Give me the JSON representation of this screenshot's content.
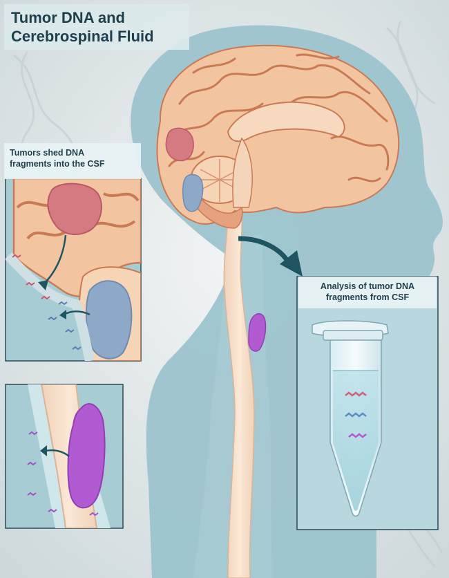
{
  "title": {
    "line1": "Tumor DNA and",
    "line2": "Cerebrospinal Fluid"
  },
  "callouts": {
    "shed": {
      "line1": "Tumors shed DNA",
      "line2": "fragments into the CSF"
    },
    "analysis": {
      "line1": "Analysis of tumor DNA",
      "line2": "fragments from CSF"
    }
  },
  "colors": {
    "background": "#dfe6e8",
    "silhouette": "#9cc3cc",
    "brain": "#f2c4a0",
    "brain_folds": "#c97a55",
    "spinal_cord": "#f8e2cc",
    "tumor_red": "#d67a82",
    "tumor_blue": "#8ea8c8",
    "tumor_purple": "#b15ad1",
    "arrow": "#1f5560",
    "title_text": "#1f3f4c"
  },
  "icons": [
    "dna-helix-icon",
    "microcentrifuge-tube-icon",
    "arrow-icon"
  ]
}
